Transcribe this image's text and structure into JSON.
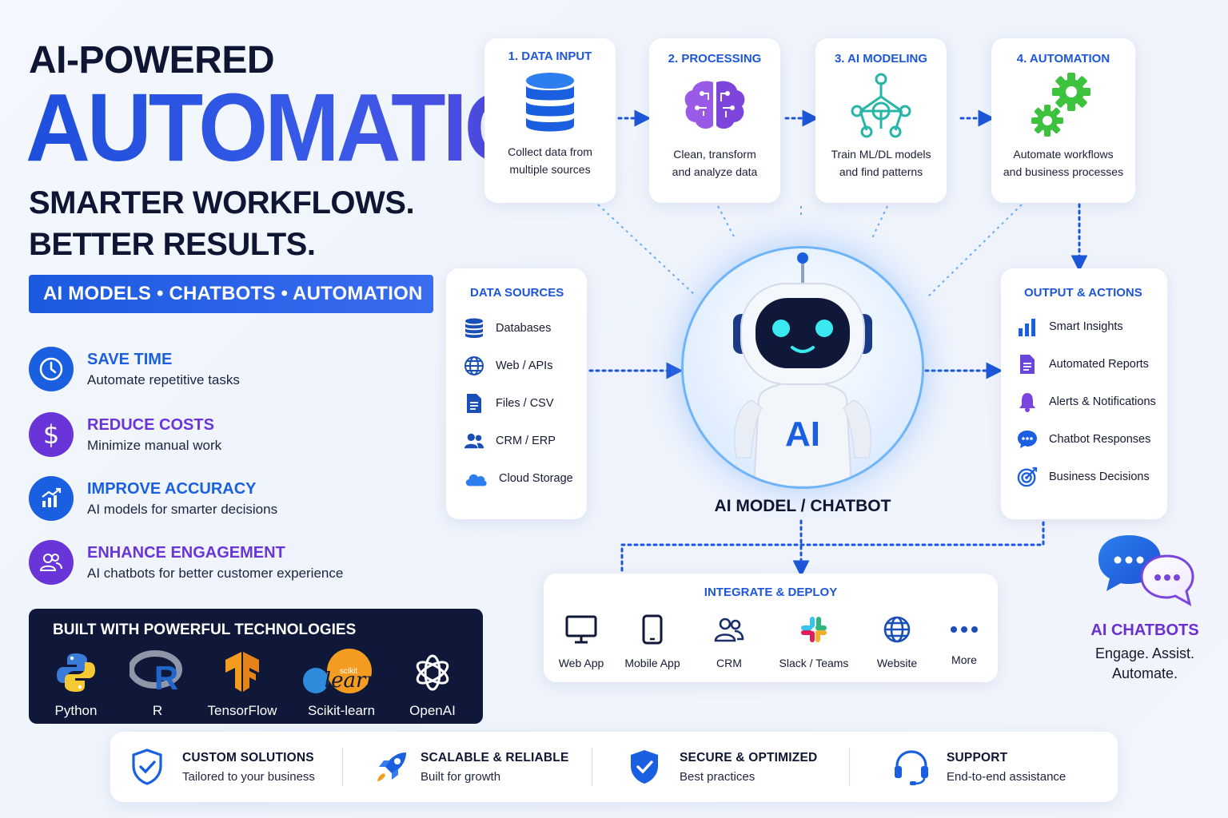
{
  "hero": {
    "line1": "AI-POWERED",
    "line2": "AUTOMATION",
    "line3": "SMARTER WORKFLOWS.",
    "line4": "BETTER RESULTS.",
    "banner": "AI MODELS • CHATBOTS • AUTOMATION"
  },
  "benefits": [
    {
      "title": "SAVE TIME",
      "desc": "Automate repetitive tasks",
      "icon": "clock-icon",
      "color": "#1a5fe0"
    },
    {
      "title": "REDUCE COSTS",
      "desc": "Minimize manual work",
      "icon": "dollar-icon",
      "color": "#6a35d8"
    },
    {
      "title": "IMPROVE ACCURACY",
      "desc": "AI models for smarter decisions",
      "icon": "chart-up-icon",
      "color": "#1a5fe0"
    },
    {
      "title": "ENHANCE ENGAGEMENT",
      "desc": "AI chatbots for better customer experience",
      "icon": "users-icon",
      "color": "#6a35d8"
    }
  ],
  "tech": {
    "title": "BUILT WITH POWERFUL TECHNOLOGIES",
    "items": [
      "Python",
      "R",
      "TensorFlow",
      "Scikit-learn",
      "OpenAI"
    ],
    "r_glyph": "R",
    "sklearn_logo_text": "scikit",
    "sklearn_logo_word": "learn"
  },
  "steps": [
    {
      "title": "1. DATA INPUT",
      "desc1": "Collect data from",
      "desc2": "multiple sources",
      "icon": "database-icon"
    },
    {
      "title": "2. PROCESSING",
      "desc1": "Clean, transform",
      "desc2": "and analyze data",
      "icon": "brain-icon"
    },
    {
      "title": "3. AI MODELING",
      "desc1": "Train ML/DL models",
      "desc2": "and find patterns",
      "icon": "network-icon"
    },
    {
      "title": "4. AUTOMATION",
      "desc1": "Automate workflows",
      "desc2": "and business processes",
      "icon": "gears-icon"
    }
  ],
  "data_sources": {
    "title": "DATA SOURCES",
    "items": [
      "Databases",
      "Web / APIs",
      "Files / CSV",
      "CRM / ERP",
      "Cloud Storage"
    ]
  },
  "outputs": {
    "title": "OUTPUT & ACTIONS",
    "items": [
      "Smart Insights",
      "Automated Reports",
      "Alerts & Notifications",
      "Chatbot Responses",
      "Business Decisions"
    ]
  },
  "robot": {
    "label": "AI MODEL / CHATBOT",
    "badge": "AI"
  },
  "integrate": {
    "title": "INTEGRATE & DEPLOY",
    "items": [
      "Web App",
      "Mobile App",
      "CRM",
      "Slack / Teams",
      "Website",
      "More"
    ]
  },
  "chatbots": {
    "title": "AI CHATBOTS",
    "line1": "Engage. Assist.",
    "line2": "Automate."
  },
  "bottom": [
    {
      "title": "CUSTOM SOLUTIONS",
      "desc": "Tailored to your business",
      "icon": "shield-check-icon"
    },
    {
      "title": "SCALABLE & RELIABLE",
      "desc": "Built for growth",
      "icon": "rocket-icon"
    },
    {
      "title": "SECURE & OPTIMIZED",
      "desc": "Best practices",
      "icon": "shield-secure-icon"
    },
    {
      "title": "SUPPORT",
      "desc": "End-to-end assistance",
      "icon": "headset-icon"
    }
  ],
  "colors": {
    "blue": "#1d56d8",
    "purple": "#6a35d8",
    "navy": "#0f1838",
    "green": "#3cc23c"
  }
}
